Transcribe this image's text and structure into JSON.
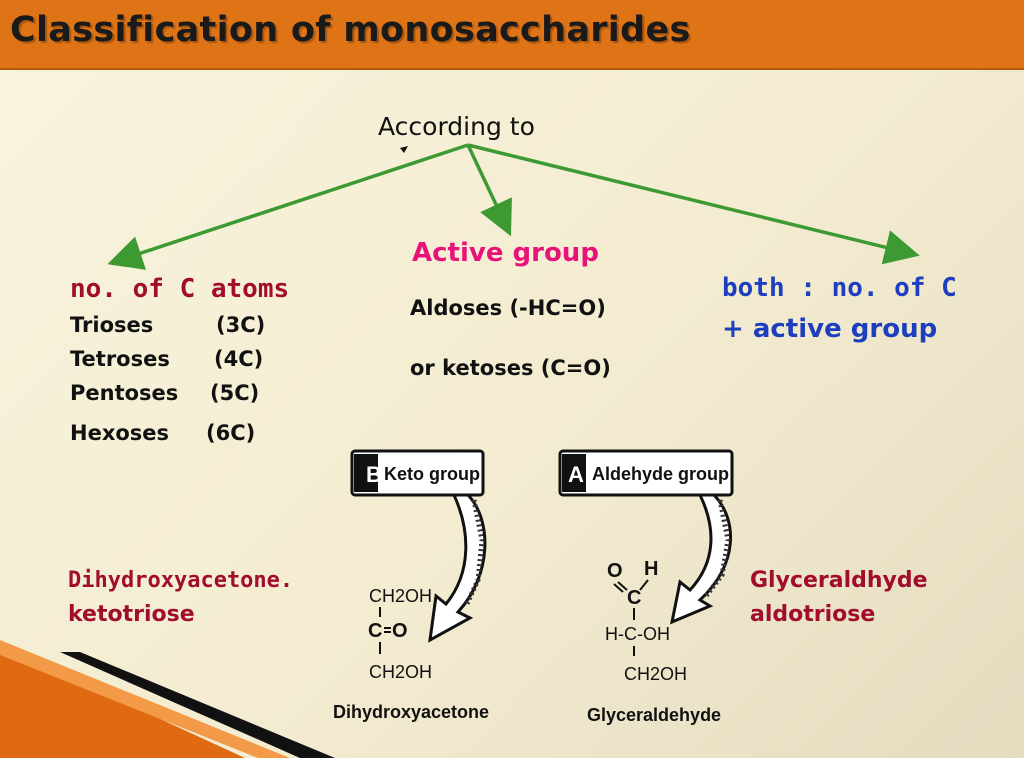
{
  "title": "Classification of monosaccharides",
  "root": "According to",
  "branches": {
    "carbon": {
      "heading": "no. of C atoms",
      "items": [
        {
          "name": "Trioses",
          "count": "(3C)"
        },
        {
          "name": "Tetroses",
          "count": "(4C)"
        },
        {
          "name": "Pentoses",
          "count": "(5C)"
        },
        {
          "name": "Hexoses",
          "count": "(6C)"
        }
      ]
    },
    "active": {
      "heading": "Active group",
      "line1": "Aldoses (-HC=O)",
      "line2": "or ketoses (C=O)"
    },
    "both": {
      "line1": "both : no. of C",
      "line2": "+ active group"
    }
  },
  "examples": {
    "keto": {
      "name": "Dihydroxyacetone.",
      "type": "ketotriose",
      "panel_letter": "B",
      "panel_label": "Keto group",
      "formula": {
        "top": "CH2OH",
        "middle_c": "C",
        "middle_o": "O",
        "bottom": "CH2OH"
      },
      "caption": "Dihydroxyacetone"
    },
    "aldo": {
      "name": "Glyceraldhyde",
      "type": "aldotriose",
      "panel_letter": "A",
      "panel_label": "Aldehyde group",
      "formula": {
        "o": "O",
        "h": "H",
        "c": "C",
        "middle": "H-C-OH",
        "bottom": "CH2OH"
      },
      "caption": "Glyceraldehyde"
    }
  },
  "colors": {
    "title_bar": "#df7416",
    "arrow": "#3d9a33",
    "heading_red": "#a10d2c",
    "heading_pink": "#e8137a",
    "heading_blue": "#1d3fbf"
  }
}
